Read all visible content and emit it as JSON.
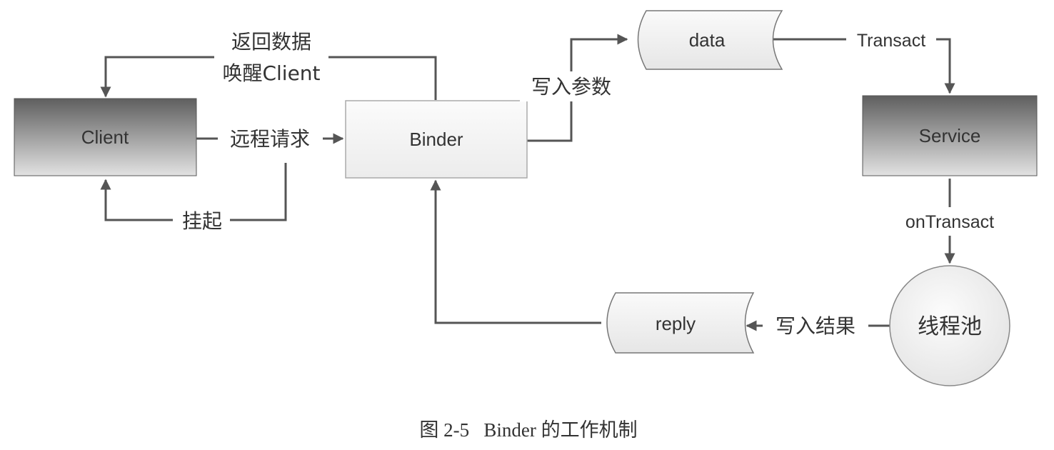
{
  "nodes": {
    "client": "Client",
    "binder": "Binder",
    "data": "data",
    "service": "Service",
    "reply": "reply",
    "thread_pool": "线程池"
  },
  "edges": {
    "return_data": "返回数据",
    "wake_client": "唤醒Client",
    "remote_request": "远程请求",
    "suspend": "挂起",
    "write_params": "写入参数",
    "transact": "Transact",
    "on_transact": "onTransact",
    "write_result": "写入结果"
  },
  "caption": "图 2-5   Binder 的工作机制",
  "colors": {
    "dark_box_top": "#5f5f5f",
    "dark_box_bottom": "#e2e2e2",
    "light_box": "#f4f4f4",
    "line": "#555555",
    "text": "#333333"
  }
}
